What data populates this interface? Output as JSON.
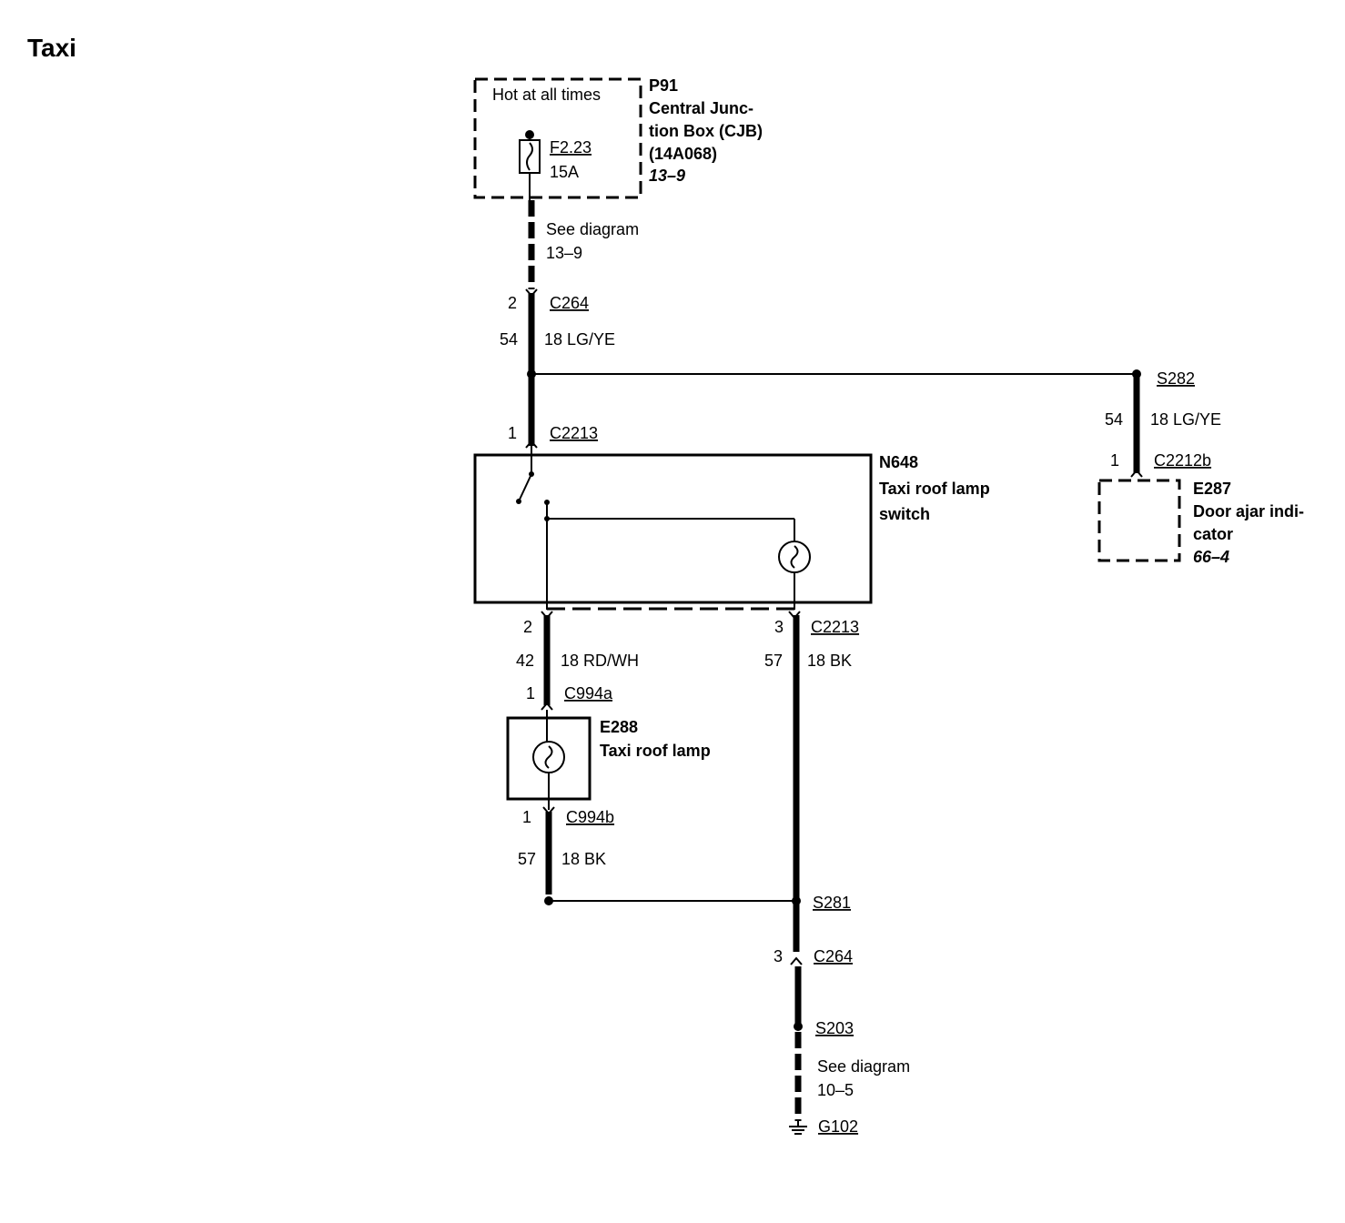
{
  "title": "Taxi",
  "cjb": {
    "hot_label": "Hot at all times",
    "fuse_id": "F2.23",
    "fuse_rating": "15A",
    "ref": "P91",
    "name_line1": "Central Junc-",
    "name_line2": "tion Box (CJB)",
    "part": "(14A068)",
    "page_ref": "13–9"
  },
  "see_diagram_top": {
    "line1": "See diagram",
    "line2": "13–9"
  },
  "c264_top": {
    "pin": "2",
    "id": "C264"
  },
  "wire_top": {
    "circuit": "54",
    "spec": "18 LG/YE"
  },
  "s282": {
    "id": "S282",
    "circuit": "54",
    "spec": "18 LG/YE"
  },
  "c2212b": {
    "pin": "1",
    "id": "C2212b"
  },
  "e287": {
    "ref": "E287",
    "line1": "Door ajar indi-",
    "line2": "cator",
    "page_ref": "66–4"
  },
  "c2213_top": {
    "pin": "1",
    "id": "C2213"
  },
  "n648": {
    "ref": "N648",
    "line1": "Taxi roof lamp",
    "line2": "switch"
  },
  "c2213_pin2": {
    "pin": "2"
  },
  "c2213_pin3": {
    "pin": "3",
    "id": "C2213"
  },
  "wire_rdwh": {
    "circuit": "42",
    "spec": "18 RD/WH"
  },
  "wire_bk_right": {
    "circuit": "57",
    "spec": "18 BK"
  },
  "c994a": {
    "pin": "1",
    "id": "C994a"
  },
  "e288": {
    "ref": "E288",
    "name": "Taxi roof lamp"
  },
  "c994b": {
    "pin": "1",
    "id": "C994b"
  },
  "wire_bk_left": {
    "circuit": "57",
    "spec": "18 BK"
  },
  "s281": {
    "id": "S281"
  },
  "c264_bottom": {
    "pin": "3",
    "id": "C264"
  },
  "s203": {
    "id": "S203"
  },
  "see_diagram_bottom": {
    "line1": "See diagram",
    "line2": "10–5"
  },
  "g102": {
    "id": "G102"
  }
}
